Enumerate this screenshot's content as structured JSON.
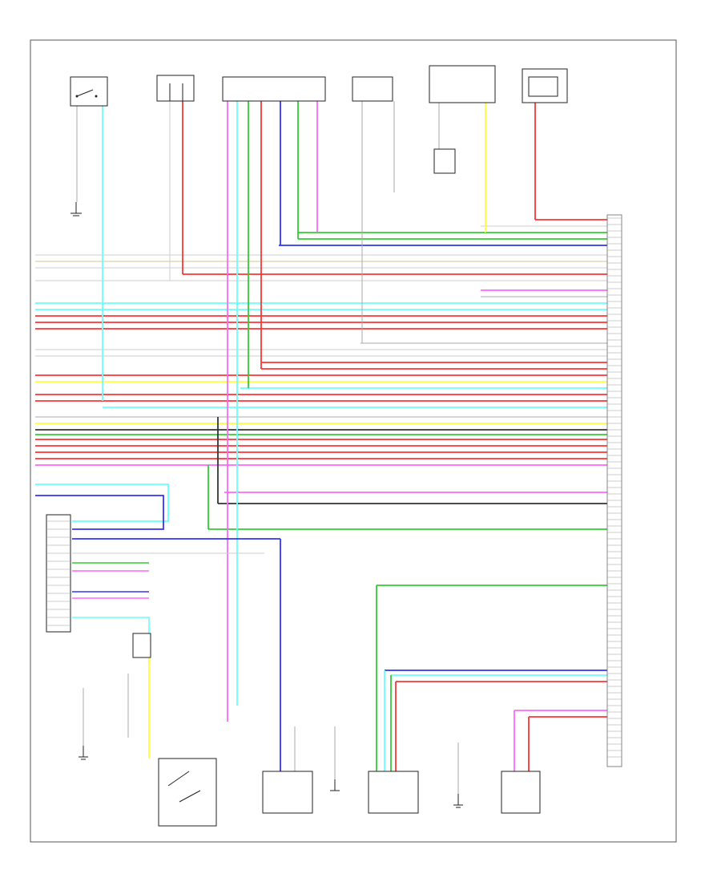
{
  "diagram": {
    "connector_title": "",
    "frame_footer": "",
    "wire_colors": {
      "PNK": "#ff66ff",
      "L": "#3333ff",
      "G": "#33cc33",
      "R": "#ff3333",
      "LTBLU": "#66ffff",
      "Y": "#ffff33",
      "B": "#333333",
      "GRY": "#aaaaaa",
      "W": "#cccccc",
      "TAN": "#d8c090",
      "LGRN": "#99ff99"
    },
    "top_components": [
      {
        "id": "c1",
        "label": ""
      },
      {
        "id": "c2",
        "label": ""
      },
      {
        "id": "c3",
        "label": ""
      },
      {
        "id": "c4",
        "label": ""
      },
      {
        "id": "c5",
        "label": ""
      },
      {
        "id": "c6",
        "label": ""
      }
    ],
    "bottom_components": [
      {
        "id": "b1",
        "label": ""
      },
      {
        "id": "b2",
        "label": ""
      },
      {
        "id": "b3",
        "label": ""
      },
      {
        "id": "b4",
        "label": ""
      },
      {
        "id": "b5",
        "label": ""
      },
      {
        "id": "b6",
        "label": ""
      },
      {
        "id": "b7",
        "label": ""
      }
    ],
    "grounds": [
      {
        "id": "g1",
        "label": ""
      },
      {
        "id": "g2",
        "label": ""
      },
      {
        "id": "g3",
        "label": ""
      }
    ]
  }
}
